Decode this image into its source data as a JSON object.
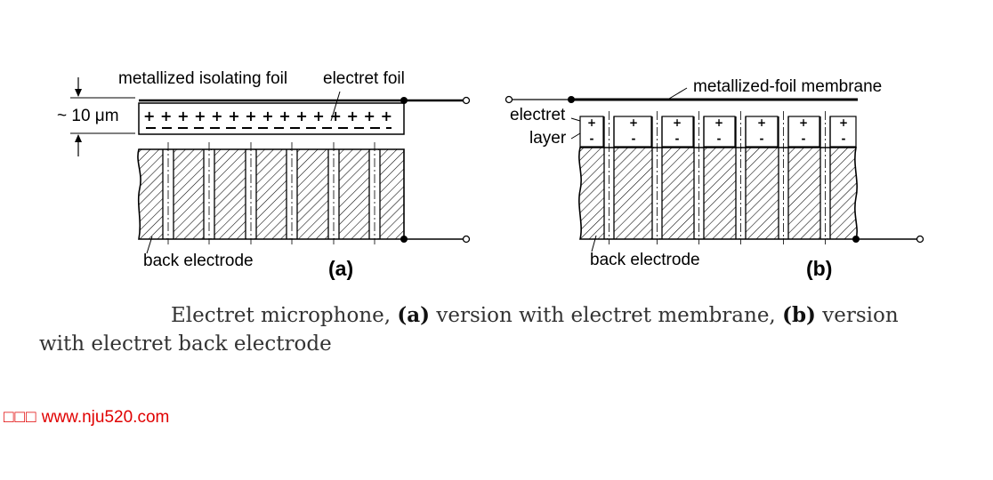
{
  "diagram_a": {
    "label_top_left": "metallized isolating foil",
    "label_top_right": "electret foil",
    "thickness": "~ 10 μm",
    "label_bottom": "back electrode",
    "panel": "(a)"
  },
  "diagram_b": {
    "label_top": "metallized-foil membrane",
    "label_layer_line1": "electret",
    "label_layer_line2": "layer",
    "label_bottom": "back electrode",
    "panel": "(b)"
  },
  "caption": {
    "text_1": "Electret microphone, ",
    "bold_a": "(a)",
    "text_2": " version with electret membrane, ",
    "bold_b": "(b)",
    "text_3": " version",
    "line2": "with electret back electrode"
  },
  "watermark": {
    "boxes": "□□□",
    "url": "www.nju520.com",
    "color": "#e00000"
  }
}
